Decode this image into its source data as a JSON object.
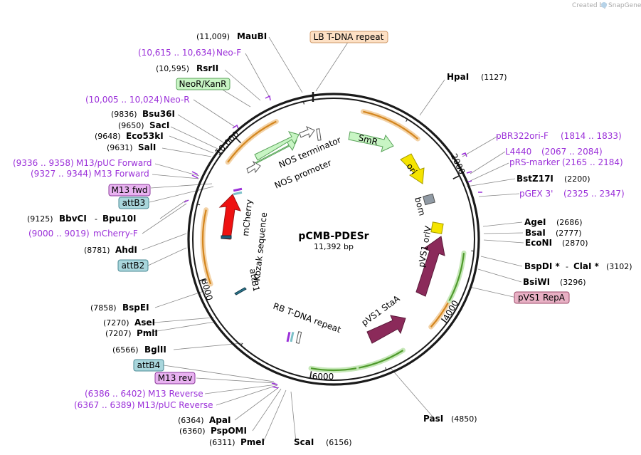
{
  "credit": {
    "prefix": "Created by",
    "brand": "SnapGene"
  },
  "plasmid": {
    "name": "pCMB-PDESr",
    "length": "11,392 bp"
  },
  "ticks": [
    {
      "label": "2000"
    },
    {
      "label": "4000"
    },
    {
      "label": "6000"
    },
    {
      "label": "8000"
    },
    {
      "label": "10,000"
    }
  ],
  "restriction_sites": [
    {
      "num": "(11,009)",
      "name": "MauBI"
    },
    {
      "num": "(10,595)",
      "name": "RsrII"
    },
    {
      "num": "(9836)",
      "name": "Bsu36I"
    },
    {
      "num": "(9650)",
      "name": "SacI"
    },
    {
      "num": "(9648)",
      "name": "Eco53kI"
    },
    {
      "num": "(9631)",
      "name": "SalI"
    },
    {
      "num": "(9125)",
      "name": "BbvCI",
      "sep": "-",
      "name2": "Bpu10I"
    },
    {
      "num": "(8781)",
      "name": "AhdI"
    },
    {
      "num": "(7858)",
      "name": "BspEI"
    },
    {
      "num": "(7270)",
      "name": "AseI"
    },
    {
      "num": "(7207)",
      "name": "PmlI"
    },
    {
      "num": "(6566)",
      "name": "BglII"
    },
    {
      "num": "(6364)",
      "name": "ApaI"
    },
    {
      "num": "(6360)",
      "name": "PspOMI"
    },
    {
      "num": "(6311)",
      "name": "PmeI"
    },
    {
      "num": "(6156)",
      "name": "ScaI"
    },
    {
      "num": "(4850)",
      "name": "PasI"
    },
    {
      "num": "(1127)",
      "name": "HpaI"
    },
    {
      "num": "(2200)",
      "name": "BstZ17I"
    },
    {
      "num": "(2686)",
      "name": "AgeI"
    },
    {
      "num": "(2777)",
      "name": "BsaI"
    },
    {
      "num": "(2870)",
      "name": "EcoNI"
    },
    {
      "num": "(3102)",
      "name": "BspDI *",
      "sep": "-",
      "name2": "ClaI *"
    },
    {
      "num": "(3296)",
      "name": "BsiWI"
    }
  ],
  "primers": [
    {
      "range": "(10,615 .. 10,634)",
      "name": "Neo-F"
    },
    {
      "range": "(10,005 .. 10,024)",
      "name": "Neo-R"
    },
    {
      "range": "(9336 .. 9358)",
      "name": "M13/pUC Forward"
    },
    {
      "range": "(9327 .. 9344)",
      "name": "M13 Forward"
    },
    {
      "range": "(9000 .. 9019)",
      "name": "mCherry-F"
    },
    {
      "range": "(6386 .. 6402)",
      "name": "M13 Reverse"
    },
    {
      "range": "(6367 .. 6389)",
      "name": "M13/pUC Reverse"
    },
    {
      "range": "(1814 .. 1833)",
      "name": "pBR322ori-F"
    },
    {
      "range": "(2067 .. 2084)",
      "name": "L4440"
    },
    {
      "range": "(2165 .. 2184)",
      "name": "pRS-marker"
    },
    {
      "range": "(2325 .. 2347)",
      "name": "pGEX 3'"
    }
  ],
  "boxed_labels": [
    {
      "text": "LB T-DNA repeat",
      "fill": "#fde0c4",
      "stroke": "#d09a6a"
    },
    {
      "text": "NeoR/KanR",
      "fill": "#c8f5c4",
      "stroke": "#5aa35a"
    },
    {
      "text": "M13 fwd",
      "fill": "#e8b2f0",
      "stroke": "#8c3a9c"
    },
    {
      "text": "attB3",
      "fill": "#a9d6dc",
      "stroke": "#4a8a95"
    },
    {
      "text": "attB2",
      "fill": "#a9d6dc",
      "stroke": "#4a8a95"
    },
    {
      "text": "attB4",
      "fill": "#a9d6dc",
      "stroke": "#4a8a95"
    },
    {
      "text": "M13 rev",
      "fill": "#e8b2f0",
      "stroke": "#8c3a9c"
    },
    {
      "text": "pVS1 RepA",
      "fill": "#e8b0c4",
      "stroke": "#9c4a6a"
    }
  ],
  "features": [
    {
      "text": "NOS terminator"
    },
    {
      "text": "NOS promoter"
    },
    {
      "text": "SmR"
    },
    {
      "text": "ori"
    },
    {
      "text": "bom"
    },
    {
      "text": "pVS1 oriV"
    },
    {
      "text": "mCherry"
    },
    {
      "text": "Kozak sequence"
    },
    {
      "text": "attB1"
    },
    {
      "text": "RB T-DNA repeat"
    },
    {
      "text": "pVS1 StaA"
    }
  ],
  "colors": {
    "primer": "#9b30d9",
    "backbone": "#1a1a1a",
    "gene_green": "#c8f5c4",
    "orange_arrow": "#e8a030",
    "ori_yellow": "#f5e400",
    "pvs1_maroon": "#8b2a5a",
    "mcherry_red": "#ee1111"
  }
}
